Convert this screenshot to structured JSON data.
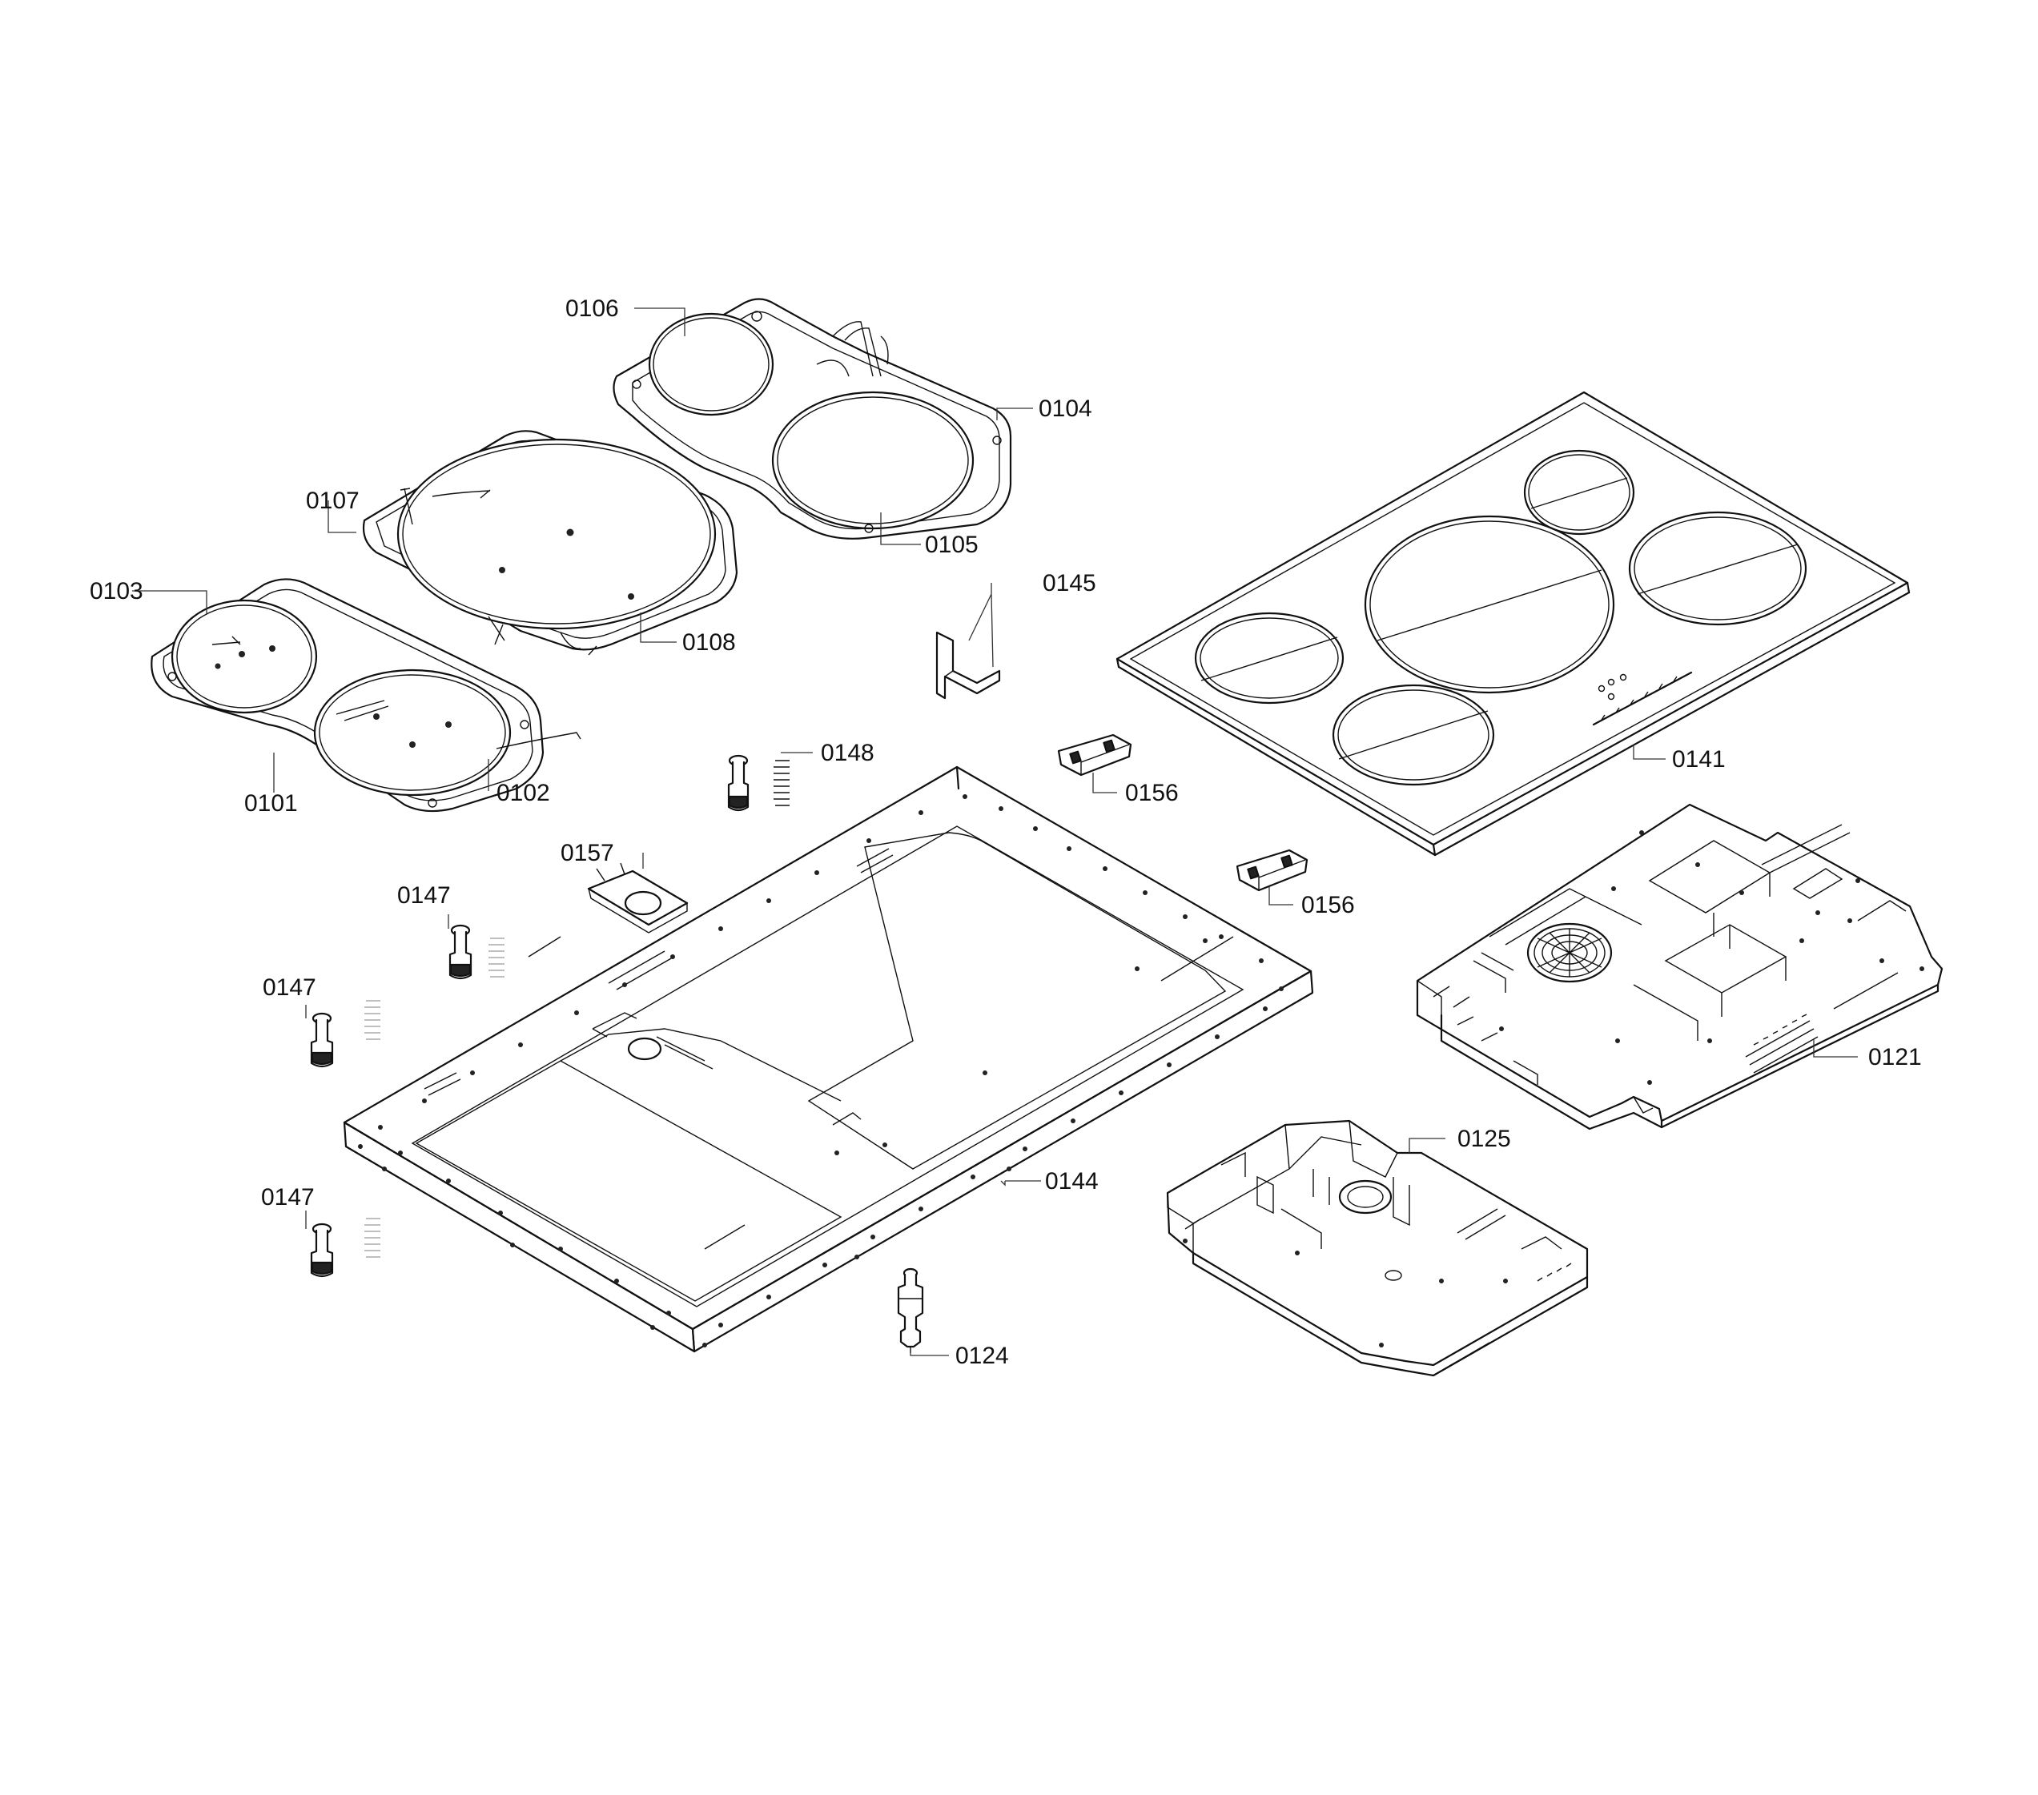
{
  "part_labels": {
    "p0101": "0101",
    "p0102": "0102",
    "p0103": "0103",
    "p0104": "0104",
    "p0105": "0105",
    "p0106": "0106",
    "p0107": "0107",
    "p0108": "0108",
    "p0121": "0121",
    "p0124": "0124",
    "p0125": "0125",
    "p0141": "0141",
    "p0144": "0144",
    "p0145": "0145",
    "p0147a": "0147",
    "p0147b": "0147",
    "p0147c": "0147",
    "p0148": "0148",
    "p0156a": "0156",
    "p0156b": "0156",
    "p0157": "0157"
  }
}
